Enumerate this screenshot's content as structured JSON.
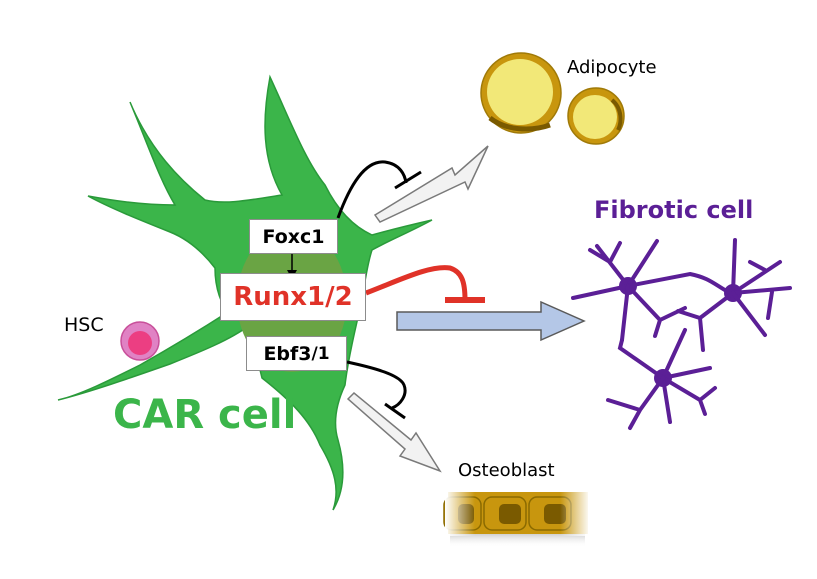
{
  "diagram": {
    "central_cell": {
      "label": "CAR cell",
      "color": "#3bb54a",
      "nucleus_color": "#6aa444"
    },
    "hsc": {
      "label": "HSC",
      "outer_color": "#e082c4",
      "inner_color": "#ec3e82"
    },
    "transcription_factors": [
      {
        "id": "foxc1",
        "label": "Foxc1",
        "color": "#000000"
      },
      {
        "id": "runx",
        "label": "Runx1/2",
        "color": "#e03228"
      },
      {
        "id": "ebf",
        "label_main": "Ebf3",
        "label_sub": "/1",
        "color": "#000000"
      }
    ],
    "targets": {
      "adipocyte": {
        "label": "Adipocyte",
        "fill": "#f2e878",
        "edge": "#b8900a"
      },
      "fibrotic": {
        "label": "Fibrotic cell",
        "color": "#5b1f96"
      },
      "osteoblast": {
        "label": "Osteoblast",
        "fill": "#c8960e",
        "nucleus": "#7a5a00"
      }
    },
    "edges": [
      {
        "from": "Foxc1",
        "to": "Runx1/2",
        "type": "activates",
        "color": "#000000"
      },
      {
        "from": "Foxc1",
        "to": "Adipocyte differentiation",
        "type": "inhibits",
        "color": "#000000"
      },
      {
        "from": "Runx1/2",
        "to": "Fibrotic differentiation",
        "type": "inhibits",
        "color": "#e03228"
      },
      {
        "from": "Ebf3/1",
        "to": "Osteoblast differentiation",
        "type": "inhibits",
        "color": "#000000"
      }
    ],
    "arrows": {
      "to_adipocyte": {
        "fill": "#f2f2f2",
        "stroke": "#7a7a7a"
      },
      "to_fibrotic": {
        "fill": "#b4c7e7",
        "stroke": "#5a5a5a"
      },
      "to_osteoblast": {
        "fill": "#f2f2f2",
        "stroke": "#7a7a7a"
      }
    }
  }
}
